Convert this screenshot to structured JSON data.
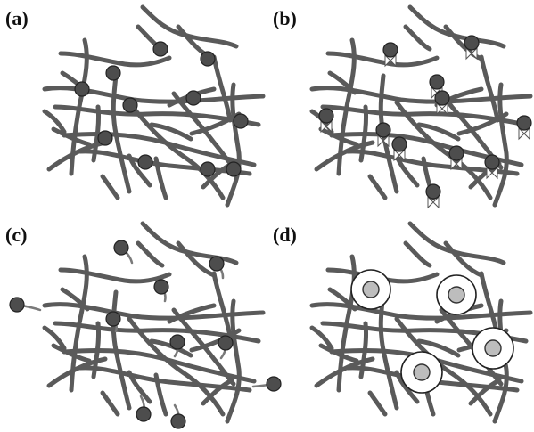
{
  "panels": [
    {
      "id": "a",
      "label": "(a)"
    },
    {
      "id": "b",
      "label": "(b)"
    },
    {
      "id": "c",
      "label": "(c)"
    },
    {
      "id": "d",
      "label": "(d)"
    }
  ],
  "colors": {
    "fiber": "#5a5a5a",
    "particle": "#4d4d4d",
    "core": "#bdbdbd",
    "shell": "#ffffff",
    "background": "#ffffff"
  }
}
